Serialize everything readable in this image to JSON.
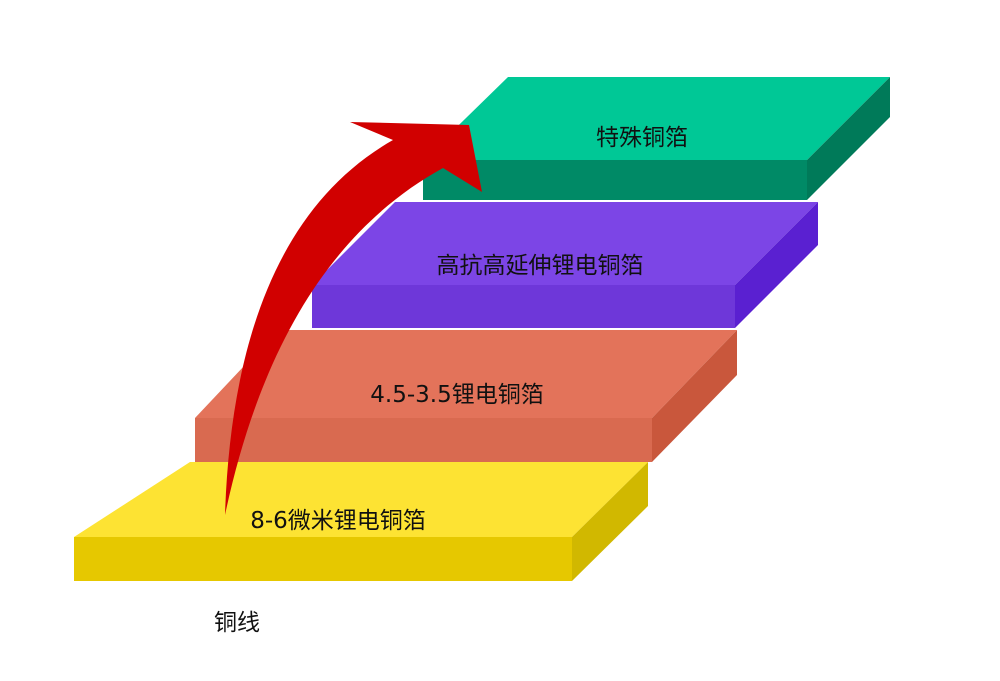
{
  "steps": [
    {
      "label": "8-6微米锂电铜箔",
      "top": "#fde333",
      "front": "#e6c800",
      "side": "#d1b800"
    },
    {
      "label": "4.5-3.5锂电铜箔",
      "top": "#e3735a",
      "front": "#d96a50",
      "side": "#c9573c"
    },
    {
      "label": "高抗高延伸锂电铜箔",
      "top": "#7c45e6",
      "front": "#6e37d9",
      "side": "#5a20d1"
    },
    {
      "label": "特殊铜箔",
      "top": "#00c896",
      "front": "#008a66",
      "side": "#007a59"
    }
  ],
  "base_label": "铜线",
  "arrow_color": "#d10000"
}
